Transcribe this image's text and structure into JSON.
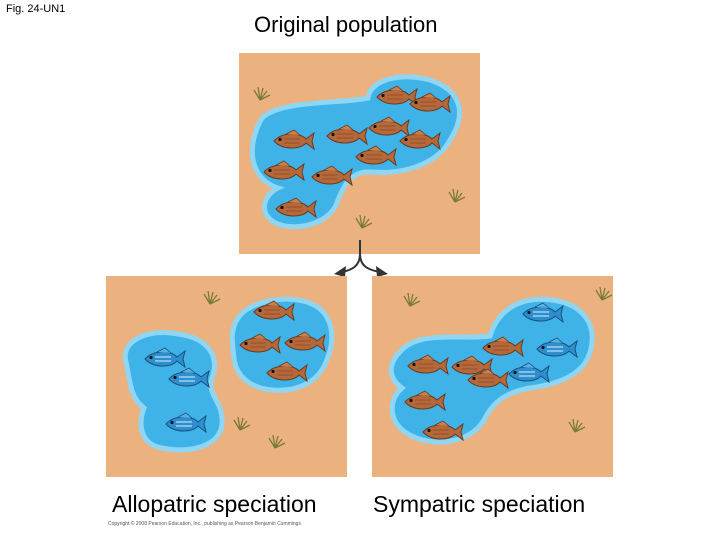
{
  "figure_label": "Fig. 24-UN1",
  "title": "Original population",
  "panels": {
    "allopatric": {
      "caption": "Allopatric speciation"
    },
    "sympatric": {
      "caption": "Sympatric speciation"
    }
  },
  "copyright": "Copyright © 2008 Pearson Education, Inc., publishing as Pearson Benjamin Cummings",
  "colors": {
    "ground": "#EBB27F",
    "water": "#3FB3E8",
    "water_edge": "#8FD6F4",
    "fish_brown": "#B5683A",
    "fish_blue": "#2E8FCF",
    "grass": "#7A7A3A"
  },
  "icons": [
    "fish-icon",
    "grass-tuft-icon",
    "split-arrow-icon"
  ]
}
